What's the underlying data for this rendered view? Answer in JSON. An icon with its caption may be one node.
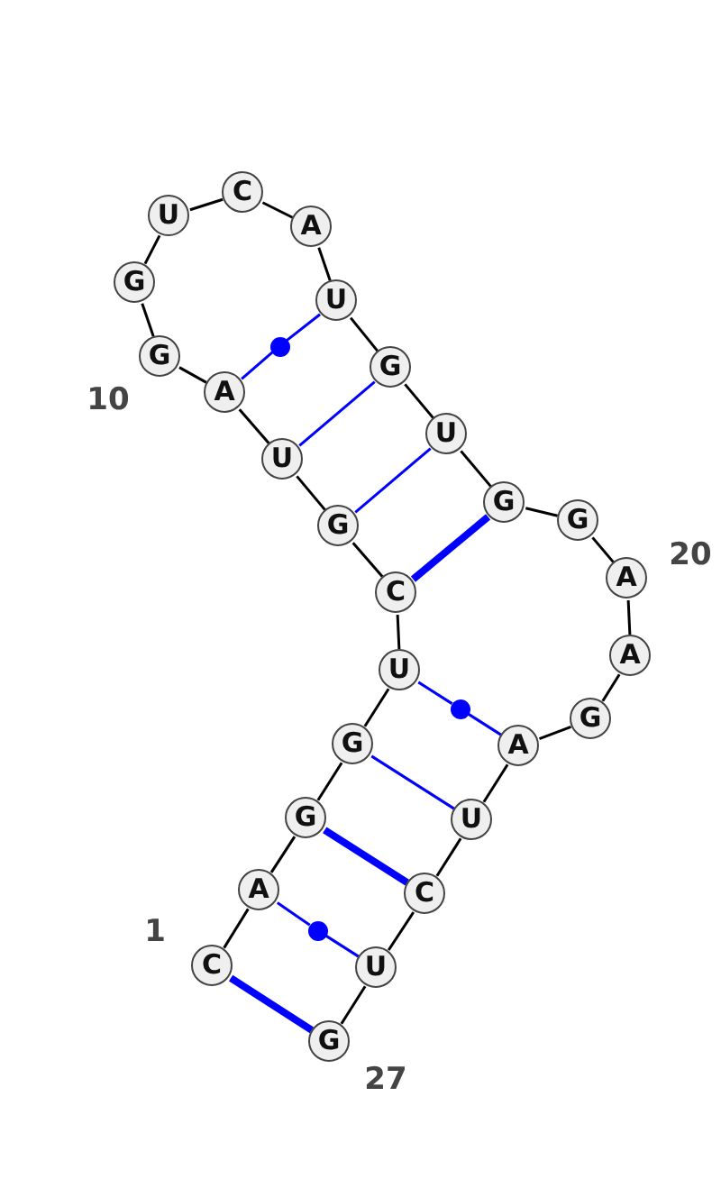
{
  "diagram": {
    "nodes": [
      {
        "text": [
          "C"
        ]
      },
      {
        "text": [
          "A"
        ]
      },
      {
        "text": [
          "G"
        ]
      },
      {
        "text": [
          "G"
        ]
      },
      {
        "text": [
          "U"
        ]
      },
      {
        "text": [
          "C"
        ]
      },
      {
        "text": [
          "G"
        ]
      },
      {
        "text": [
          "U"
        ]
      },
      {
        "text": [
          "A"
        ]
      },
      {
        "text": [
          "G"
        ]
      },
      {
        "text": [
          "G"
        ]
      },
      {
        "text": [
          "U"
        ]
      },
      {
        "text": [
          "C"
        ]
      },
      {
        "text": [
          "A"
        ]
      },
      {
        "text": [
          "U"
        ]
      },
      {
        "text": [
          "G"
        ]
      },
      {
        "text": [
          "U"
        ]
      },
      {
        "text": [
          "G"
        ]
      },
      {
        "text": [
          "G"
        ]
      },
      {
        "text": [
          "A"
        ]
      },
      {
        "text": [
          "A"
        ]
      },
      {
        "text": [
          "G"
        ]
      },
      {
        "text": [
          "A"
        ]
      },
      {
        "text": [
          "U"
        ]
      },
      {
        "text": [
          "C"
        ]
      },
      {
        "text": [
          "U"
        ]
      },
      {
        "text": [
          "G"
        ]
      },
      {
        "text": [],
        "shape": "circle"
      },
      {
        "text": [],
        "shape": "circle"
      },
      {
        "text": [],
        "shape": "circle"
      }
    ],
    "edges": [
      {
        "from": 0,
        "to": 1,
        "arrow": "none"
      },
      {
        "from": 1,
        "to": 2,
        "arrow": "none"
      },
      {
        "from": 2,
        "to": 3,
        "arrow": "none"
      },
      {
        "from": 3,
        "to": 4,
        "arrow": "none"
      },
      {
        "from": 4,
        "to": 5,
        "arrow": "none"
      },
      {
        "from": 5,
        "to": 6,
        "arrow": "none"
      },
      {
        "from": 6,
        "to": 7,
        "arrow": "none"
      },
      {
        "from": 7,
        "to": 8,
        "arrow": "none"
      },
      {
        "from": 8,
        "to": 9,
        "arrow": "none"
      },
      {
        "from": 9,
        "to": 10,
        "arrow": "none"
      },
      {
        "from": 10,
        "to": 11,
        "arrow": "none"
      },
      {
        "from": 11,
        "to": 12,
        "arrow": "none"
      },
      {
        "from": 12,
        "to": 13,
        "arrow": "none"
      },
      {
        "from": 13,
        "to": 14,
        "arrow": "none"
      },
      {
        "from": 14,
        "to": 15,
        "arrow": "none"
      },
      {
        "from": 15,
        "to": 16,
        "arrow": "none"
      },
      {
        "from": 16,
        "to": 17,
        "arrow": "none"
      },
      {
        "from": 17,
        "to": 18,
        "arrow": "none"
      },
      {
        "from": 18,
        "to": 19,
        "arrow": "none"
      },
      {
        "from": 19,
        "to": 20,
        "arrow": "none"
      },
      {
        "from": 20,
        "to": 21,
        "arrow": "none"
      },
      {
        "from": 21,
        "to": 22,
        "arrow": "none"
      },
      {
        "from": 22,
        "to": 23,
        "arrow": "none"
      },
      {
        "from": 23,
        "to": 24,
        "arrow": "none"
      },
      {
        "from": 24,
        "to": 25,
        "arrow": "none"
      },
      {
        "from": 25,
        "to": 26,
        "arrow": "none"
      },
      {
        "from": 0,
        "to": 26,
        "arrow": "none",
        "style": "thick",
        "color": "#0000ff"
      },
      {
        "from": 1,
        "to": 29,
        "arrow": "none",
        "color": "#0000ff"
      },
      {
        "from": 29,
        "to": 25,
        "arrow": "none",
        "color": "#0000ff"
      },
      {
        "from": 2,
        "to": 24,
        "arrow": "none",
        "style": "thick",
        "color": "#0000ff"
      },
      {
        "from": 3,
        "to": 23,
        "arrow": "none",
        "color": "#0000ff"
      },
      {
        "from": 4,
        "to": 28,
        "arrow": "none",
        "color": "#0000ff"
      },
      {
        "from": 28,
        "to": 22,
        "arrow": "none",
        "color": "#0000ff"
      },
      {
        "from": 5,
        "to": 17,
        "arrow": "none",
        "style": "thick",
        "color": "#0000ff"
      },
      {
        "from": 6,
        "to": 16,
        "arrow": "none",
        "color": "#0000ff"
      },
      {
        "from": 7,
        "to": 15,
        "arrow": "none",
        "color": "#0000ff"
      },
      {
        "from": 8,
        "to": 27,
        "arrow": "none",
        "color": "#0000ff"
      },
      {
        "from": 27,
        "to": 14,
        "arrow": "none",
        "color": "#0000ff"
      }
    ],
    "labels": [
      "1",
      "10",
      "20",
      "27"
    ]
  }
}
